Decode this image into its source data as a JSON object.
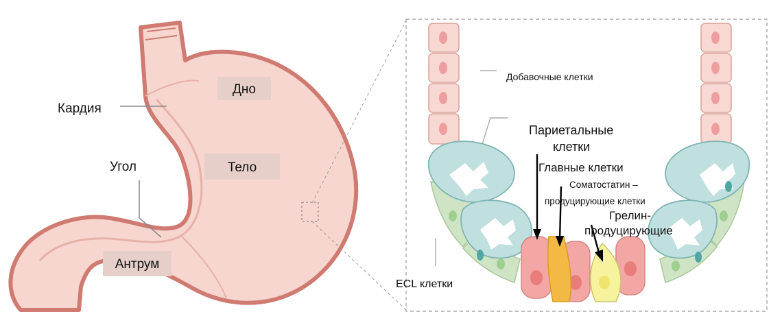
{
  "stomach": {
    "regions": {
      "fundus": "Дно",
      "body": "Тело",
      "antrum": "Антрум"
    },
    "pointers": {
      "cardia": "Кардия",
      "angle": "Угол"
    }
  },
  "gland": {
    "labels": {
      "accessory_cells": "Добавочные клетки",
      "parietal_line1": "Париетальные",
      "parietal_line2": "клетки",
      "chief_cells": "Главные клетки",
      "somatostatin_line1": "Соматостатин –",
      "somatostatin_line2": "продуцирующие клетки",
      "ghrelin_line1": "Грелин-",
      "ghrelin_line2": "продуцирующие",
      "ecl_cells": "ECL клетки"
    }
  },
  "colors": {
    "stomach_fill": "#f7d6cf",
    "stomach_outline": "#cf7b72",
    "region_box": "#e6cfc8",
    "neck_cell": "#f8d8d2",
    "neck_nucleus": "#ee9e9f",
    "parietal_cell": "#bfe0df",
    "ecl_cell": "#cfe4c4",
    "chief_cell": "#f2a7a4",
    "somatostatin_cell": "#f2b944",
    "ghrelin_cell": "#f6f29e"
  }
}
